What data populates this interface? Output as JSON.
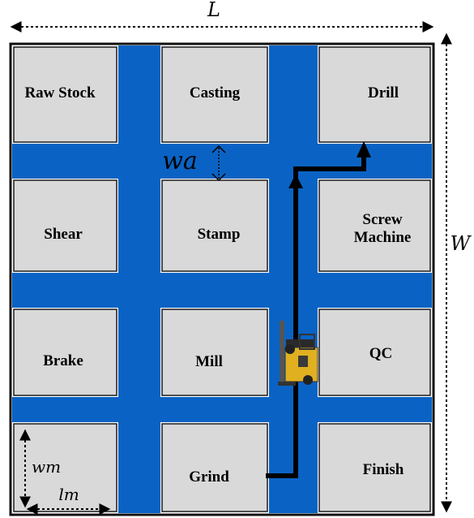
{
  "dimensions": {
    "length": "L",
    "width": "W",
    "aisle_width": "wa",
    "machine_width": "wm",
    "machine_length": "lm"
  },
  "departments": {
    "raw_stock": "Raw Stock",
    "casting": "Casting",
    "drill": "Drill",
    "shear": "Shear",
    "stamp": "Stamp",
    "screw_machine_line1": "Screw",
    "screw_machine_line2": "Machine",
    "brake": "Brake",
    "mill": "Mill",
    "qc": "QC",
    "grind": "Grind",
    "finish": "Finish"
  },
  "colors": {
    "aisle": "#0a63c4",
    "department": "#d9d9d9",
    "outline": "#111111",
    "path": "#000000",
    "forklift": "#e0b020"
  },
  "icons": {
    "vehicle": "forklift-icon",
    "route": "route-arrow"
  }
}
